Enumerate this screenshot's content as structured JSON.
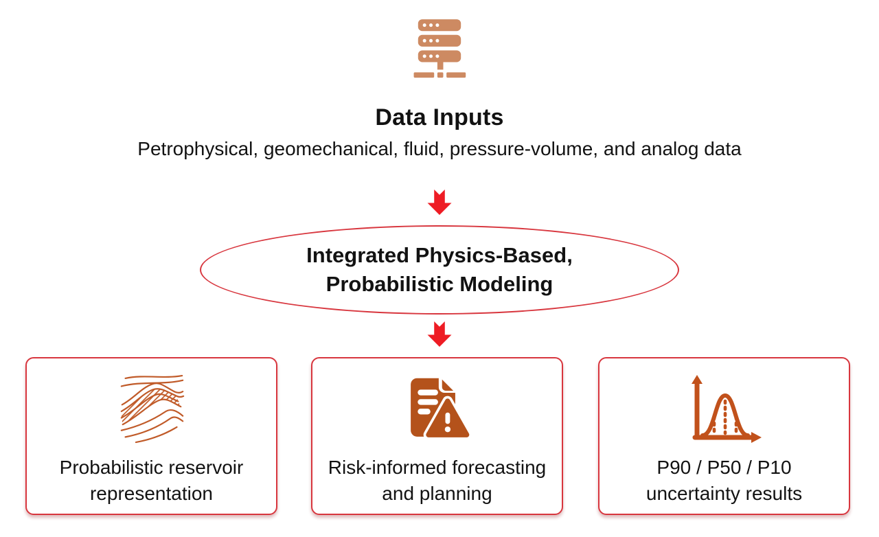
{
  "colors": {
    "arrow_red": "#ee1c24",
    "outline_red": "#d8363e",
    "server_icon": "#cd8a62",
    "strata_icon": "#c05a28",
    "document_icon": "#b4521b",
    "curve_icon": "#c1511b",
    "text_color": "#121212",
    "bg": "#ffffff"
  },
  "header": {
    "icon": "server-database-icon",
    "title": "Data Inputs",
    "subtitle": "Petrophysical, geomechanical, fluid, pressure-volume, and analog data"
  },
  "flow": {
    "arrow_icon": "down-arrow-icon"
  },
  "process": {
    "shape": "ellipse",
    "label_line1": "Integrated Physics-Based,",
    "label_line2": "Probabilistic Modeling"
  },
  "outputs": [
    {
      "icon": "geological-strata-icon",
      "label_line1": "Probabilistic reservoir",
      "label_line2": "representation"
    },
    {
      "icon": "risk-document-warning-icon",
      "label_line1": "Risk-informed forecasting",
      "label_line2": "and planning"
    },
    {
      "icon": "bell-curve-distribution-icon",
      "label_line1": "P90 / P50 / P10",
      "label_line2": "uncertainty results"
    }
  ]
}
